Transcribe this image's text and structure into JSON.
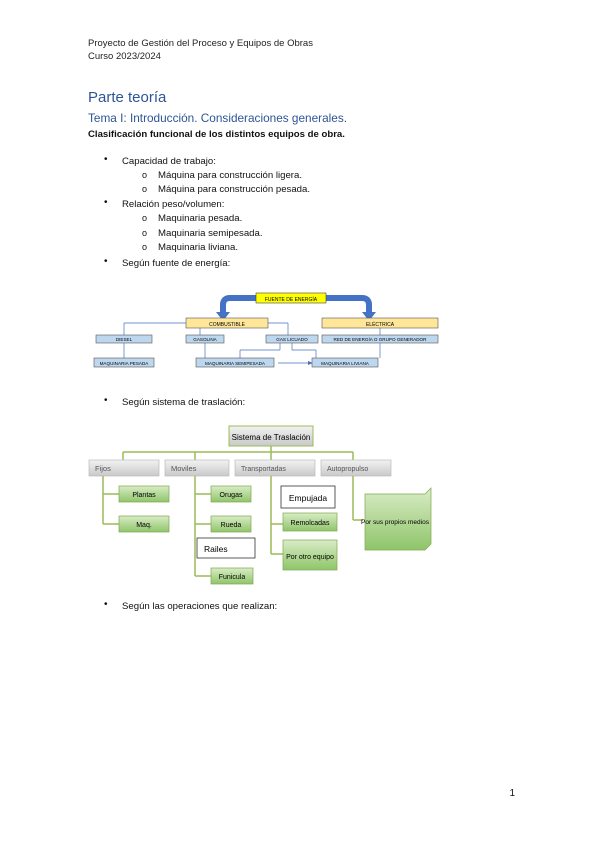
{
  "header": {
    "line1": "Proyecto de Gestión del Proceso y Equipos de Obras",
    "line2": "Curso 2023/2024"
  },
  "title": "Parte teoría",
  "subtitle": "Tema I: Introducción. Consideraciones generales.",
  "section_heading": "Clasificación funcional de los distintos equipos de obra.",
  "list": [
    {
      "label": "Capacidad de trabajo:",
      "items": [
        "Máquina para construcción ligera.",
        "Máquina para construcción pesada."
      ]
    },
    {
      "label": "Relación peso/volumen:",
      "items": [
        "Maquinaria pesada.",
        "Maquinaria semipesada.",
        "Maquinaria liviana."
      ]
    },
    {
      "label": "Según fuente de energía:",
      "items": []
    },
    {
      "label": "Según sistema de traslación:",
      "items": []
    },
    {
      "label": "Según las operaciones que realizan:",
      "items": []
    }
  ],
  "bullet_symbol": "•",
  "sub_bullet_symbol": "o",
  "energy_diagram": {
    "top": "FUENTE DE ENERGÍA",
    "left_mid": "COMBUSTIBLE",
    "right_mid": "ELÉCTRICA",
    "leaves": [
      "DIESEL",
      "GASOLINA",
      "GAS LICUADO",
      "RED DE ENERGÍA O GRUPO GENERADOR"
    ],
    "bottom": [
      "MAQUINARIA PESADA",
      "MAQUINARIA SEMIPESADA",
      "MAQUINARIA LIVIANA"
    ]
  },
  "traslacion_diagram": {
    "root": "Sistema de Traslación",
    "categories": [
      "Fijos",
      "Moviles",
      "Transportadas",
      "Autopropulso"
    ],
    "fijos": [
      "Plantas",
      "Maq."
    ],
    "moviles": [
      "Orugas",
      "Rueda",
      "Railes",
      "Funicula"
    ],
    "transportadas": [
      "Empujada",
      "Remolcadas",
      "Por otro equipo"
    ],
    "autopropulso": [
      "Por sus propios medios"
    ]
  },
  "page_number": "1",
  "colors": {
    "heading": "#2f5496",
    "arrow_blue": "#4472c4",
    "yellow_box": "#ffe699",
    "blue_box": "#bdd7ee",
    "green_box": "#a9d18e"
  }
}
